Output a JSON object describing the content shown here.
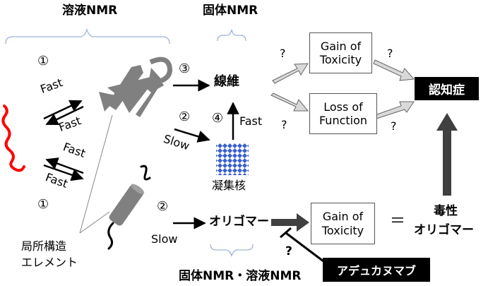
{
  "headers": {
    "solution_nmr": "溶液NMR",
    "solid_nmr": "固体NMR",
    "solid_solution_nmr": "固体NMR・溶液NMR"
  },
  "steps": {
    "one": "①",
    "two": "②",
    "three": "③",
    "four": "④"
  },
  "rates": {
    "fast": "Fast",
    "slow": "Slow"
  },
  "question": "?",
  "nodes": {
    "fiber": "線維",
    "nucleus": "凝集核",
    "oligomer": "オリゴマー",
    "local_element": "局所構造\nエレメント",
    "gain_toxicity_line1": "Gain of",
    "gain_toxicity_line2": "Toxicity",
    "loss_function_line1": "Loss of",
    "loss_function_line2": "Function",
    "dementia": "認知症",
    "toxic_oligomer_line1": "毒性",
    "toxic_oligomer_line2": "オリゴマー",
    "equals": "＝",
    "aducanumab": "アデュカヌマブ"
  },
  "colors": {
    "unfolded_chain": "#ff0000",
    "structure_gray": "#808080",
    "nucleus_blue": "#3a5fcd",
    "bracket_blue": "#9db3d6",
    "arrow_gray_fill": "#d9d9d9",
    "dark_arrow": "#404040"
  }
}
